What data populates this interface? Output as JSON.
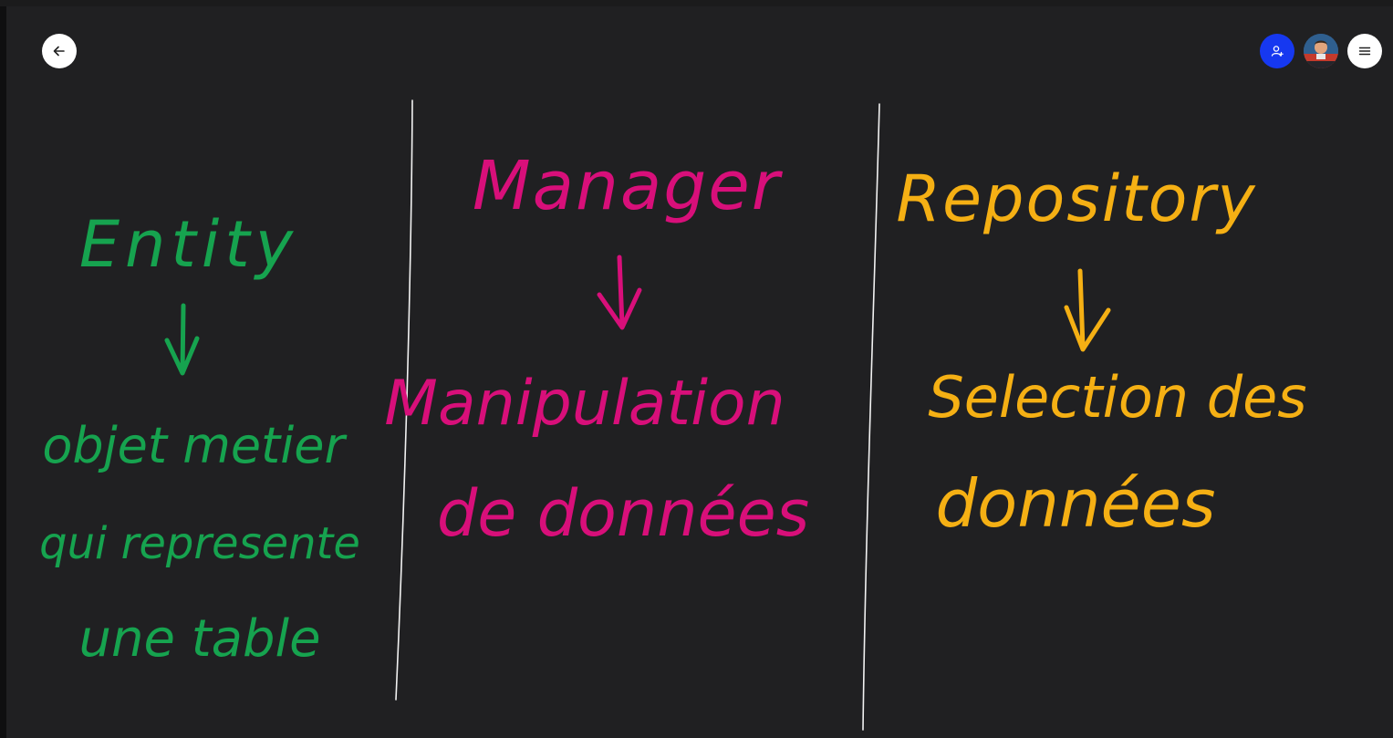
{
  "toolbar": {
    "back_icon": "arrow-left-icon",
    "share_icon": "add-user-icon",
    "avatar": "user-avatar",
    "menu_icon": "hamburger-menu-icon"
  },
  "colors": {
    "canvas_bg": "#202022",
    "entity_green": "#16a34f",
    "manager_pink": "#d80f7a",
    "repository_yellow": "#f5b014",
    "divider_white": "#f2f2f2",
    "share_blue": "#1638f0"
  },
  "columns": [
    {
      "title": "Entity",
      "lines": [
        "objet metier",
        "qui represente",
        "une table"
      ]
    },
    {
      "title": "Manager",
      "lines": [
        "Manipulation",
        "de données"
      ]
    },
    {
      "title": "Repository",
      "lines": [
        "Selection des",
        "données"
      ]
    }
  ]
}
